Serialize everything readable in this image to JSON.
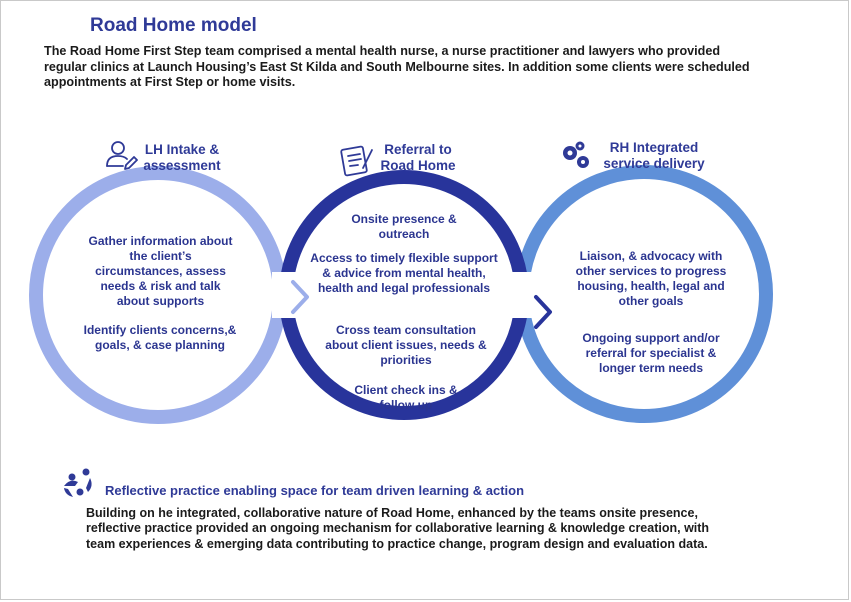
{
  "title": "Road Home model",
  "intro": "The Road Home First Step team comprised a mental health nurse, a nurse practitioner and lawyers who provided regular clinics at Launch Housing’s East St Kilda and South Melbourne sites. In addition some clients were scheduled appointments at First Step or home visits.",
  "stages": [
    {
      "heading_line1": "LH Intake &",
      "heading_line2": "assessment",
      "icon": "person-edit-icon",
      "color": "#97abea",
      "text1": "Gather information about the client’s circumstances, assess needs & risk and talk about supports",
      "text2": "Identify clients concerns,& goals, & case planning"
    },
    {
      "heading_line1": "Referral to",
      "heading_line2": "Road Home",
      "icon": "clipboard-pen-icon",
      "color": "#29359a",
      "text1": "Onsite presence & outreach",
      "text2": "Access to timely flexible support & advice from mental health, health and legal professionals",
      "text3": "Cross team consultation about client issues, needs & priorities",
      "text4": "Client check ins & follow up"
    },
    {
      "heading_line1": "RH Integrated",
      "heading_line2": "service delivery",
      "icon": "gears-icon",
      "color": "#5d8ed6",
      "text1": "Liaison, & advocacy with other services to progress housing, health, legal and other goals",
      "text2": "Ongoing support and/or referral for specialist & longer term needs"
    }
  ],
  "footer": {
    "icon": "people-cycle-icon",
    "title": "Reflective practice enabling  space for team driven learning & action",
    "body": "Building on he integrated, collaborative nature of Road Home, enhanced by the teams onsite presence, reflective practice provided an ongoing mechanism for collaborative learning & knowledge creation, with team experiences & emerging data contributing to practice change, program design and evaluation data."
  }
}
